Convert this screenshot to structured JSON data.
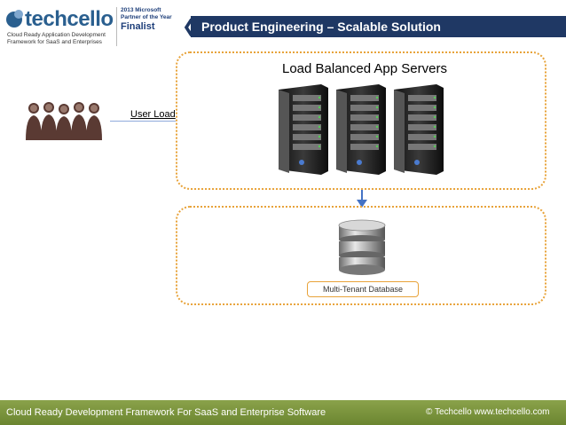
{
  "header": {
    "logo_text": "techcello",
    "logo_tagline_1": "Cloud Ready Application Development",
    "logo_tagline_2": "Framework for SaaS and Enterprises",
    "award_line_1": "2013 Microsoft",
    "award_line_2": "Partner of the Year",
    "award_line_3": "Finalist",
    "title": "Product Engineering – Scalable Solution"
  },
  "diagram": {
    "app_servers_label": "Load Balanced App Servers",
    "user_load_label": "User Load",
    "database_label": "Multi-Tenant Database",
    "server_count": 3
  },
  "footer": {
    "left_text": "Cloud Ready Development Framework For SaaS and Enterprise Software",
    "right_text": "© Techcello www.techcello.com"
  },
  "colors": {
    "title_bar": "#1f3864",
    "box_border": "#e8a33a",
    "footer": "#7a9540",
    "connector": "#4472c4"
  }
}
